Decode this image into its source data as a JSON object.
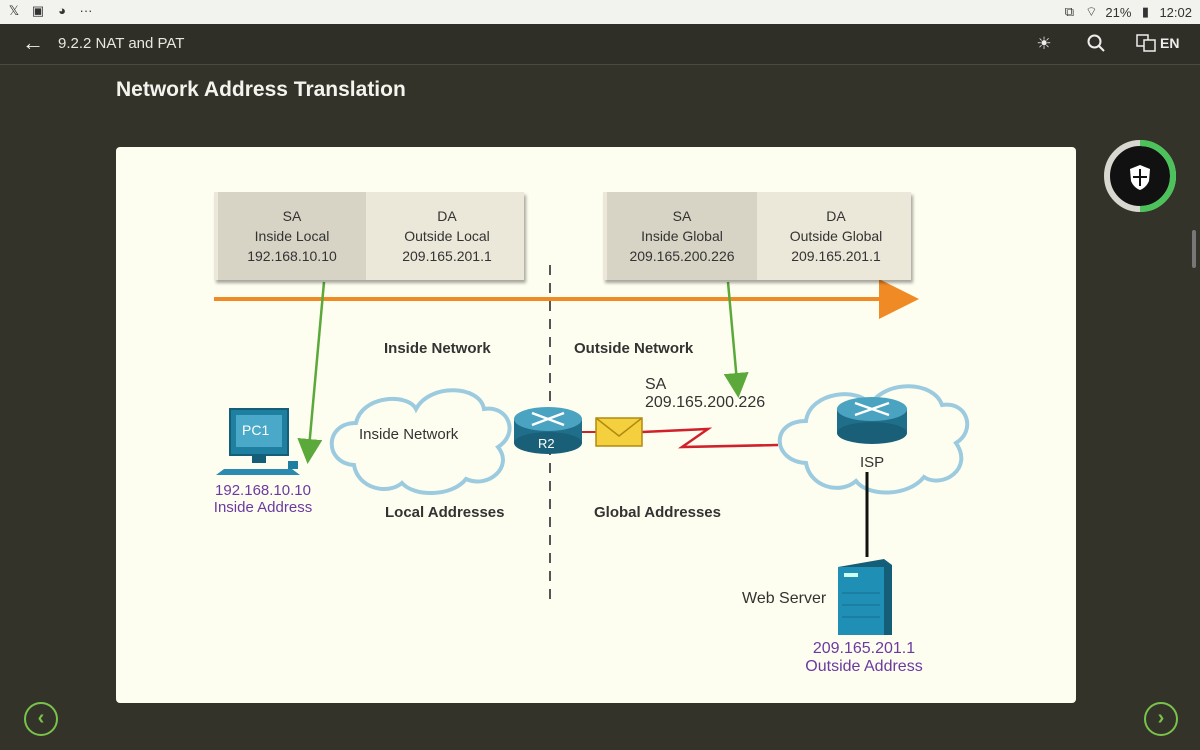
{
  "status": {
    "battery": "21%",
    "time": "12:02"
  },
  "topbar": {
    "title": "9.2.2 NAT and PAT",
    "lang": "EN"
  },
  "page": {
    "heading": "Network Address Translation"
  },
  "packet_inside": {
    "sa": {
      "line1": "SA",
      "line2": "Inside Local",
      "line3": "192.168.10.10"
    },
    "da": {
      "line1": "DA",
      "line2": "Outside Local",
      "line3": "209.165.201.1"
    }
  },
  "packet_outside": {
    "sa": {
      "line1": "SA",
      "line2": "Inside Global",
      "line3": "209.165.200.226"
    },
    "da": {
      "line1": "DA",
      "line2": "Outside Global",
      "line3": "209.165.201.1"
    }
  },
  "diagram": {
    "inside_network_label": "Inside Network",
    "outside_network_label": "Outside Network",
    "cloud_inside_label": "Inside Network",
    "local_addresses": "Local Addresses",
    "global_addresses": "Global Addresses",
    "pc_label": "PC1",
    "pc_address": "192.168.10.10",
    "pc_address_note": "Inside Address",
    "router_label": "R2",
    "isp_label": "ISP",
    "sa_label": "SA",
    "sa_address": "209.165.200.226",
    "server_label": "Web Server",
    "server_address": "209.165.201.1",
    "server_address_note": "Outside Address"
  },
  "colors": {
    "accent_green": "#79c34b",
    "arrow_orange": "#f08a24",
    "address_purple": "#6b3aa0",
    "link_red": "#d0202a"
  }
}
